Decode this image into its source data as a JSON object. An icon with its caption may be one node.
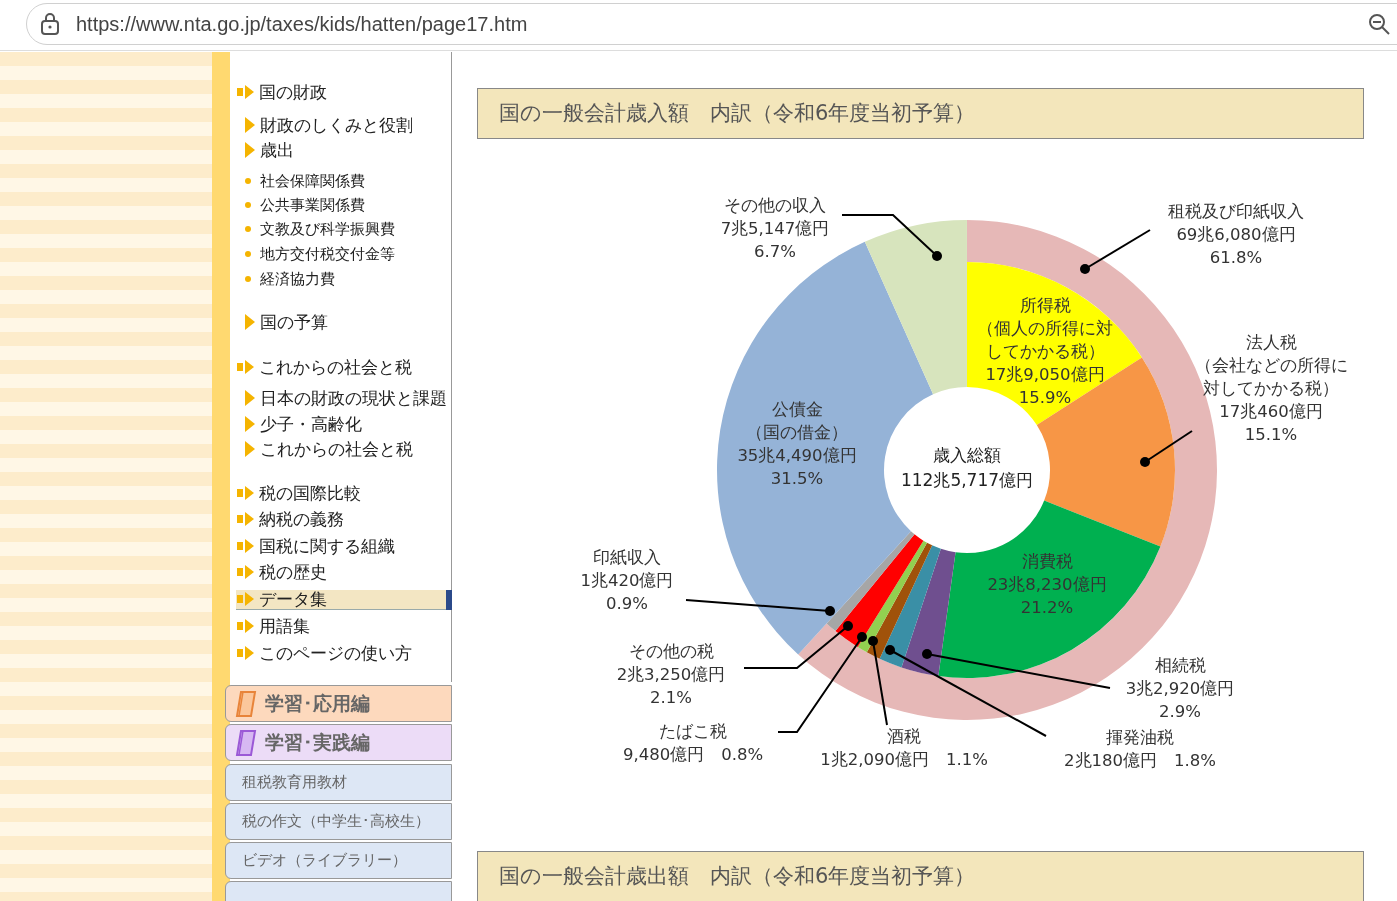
{
  "diagram": {
    "title": "国の一般会計歳入額　内訳（令和6年度当初予算）",
    "nodes": [
      {
        "text": [
          "その他の収入",
          "7兆5,147億円",
          "6.7%"
        ]
      },
      {
        "text": [
          "租税及び印紙収入",
          "69兆6,080億円",
          "61.8%"
        ]
      },
      {
        "text": [
          "法人税",
          "（会社などの所得に対してかかる税）",
          "17兆460億円",
          "15.1%"
        ]
      },
      {
        "text": [
          "印紙収入",
          "1兆420億円",
          "0.9%"
        ]
      },
      {
        "text": [
          "その他の税",
          "2兆3,250億円",
          "2.1%"
        ]
      },
      {
        "text": [
          "たばこ税",
          "9,480億円　0.8%"
        ]
      },
      {
        "text": [
          "酒税",
          "1兆2,090億円　1.1%"
        ]
      },
      {
        "text": [
          "相続税",
          "3兆2,920億円",
          "2.9%"
        ]
      },
      {
        "text": [
          "揮発油税",
          "2兆180億円　1.8%"
        ]
      },
      {
        "text": [],
        "shape": "wedge"
      },
      {
        "text": [
          "所得税",
          "（個人の所得に対してかかる税）",
          "17兆9,050億円",
          "15.9%"
        ]
      },
      {
        "text": [],
        "shape": "wedge"
      },
      {
        "text": [
          "消費税",
          "23兆8,230億円",
          "21.2%"
        ]
      },
      {
        "text": [],
        "shape": "wedge"
      },
      {
        "text": [],
        "shape": "wedge"
      },
      {
        "text": [],
        "shape": "wedge"
      },
      {
        "text": [],
        "shape": "wedge"
      },
      {
        "text": [],
        "shape": "wedge"
      },
      {
        "text": [],
        "shape": "wedge"
      },
      {
        "text": [
          "公債金",
          "（国の借金）",
          "35兆4,490億円",
          "31.5%"
        ]
      },
      {
        "text": [],
        "shape": "wedge"
      }
    ],
    "edges": [
      {
        "from": 0,
        "to": 20,
        "arrow": "other"
      },
      {
        "from": 1,
        "to": 9,
        "arrow": "other"
      },
      {
        "from": 2,
        "to": 11,
        "arrow": "other"
      },
      {
        "from": 3,
        "to": 18,
        "arrow": "other"
      },
      {
        "from": 4,
        "to": 17,
        "arrow": "other"
      },
      {
        "from": 5,
        "to": 16,
        "arrow": "other"
      },
      {
        "from": 6,
        "to": 15,
        "arrow": "other"
      },
      {
        "from": 7,
        "to": 13,
        "arrow": "other"
      },
      {
        "from": 8,
        "to": 14,
        "arrow": "other"
      }
    ],
    "labels": [
      "https://www.nta.go.jp/taxes/kids/hatten/page17.htm",
      "国の財政",
      "財政のしくみと役割",
      "歳出",
      "社会保障関係費",
      "公共事業関係費",
      "文教及び科学振興費",
      "地方交付税交付金等",
      "経済協力費",
      "国の予算",
      "これからの社会と税",
      "日本の財政の現状と課題",
      "少子・高齢化",
      "これからの社会と税",
      "税の国際比較",
      "納税の義務",
      "国税に関する組織",
      "税の歴史",
      "データ集",
      "用語集",
      "このページの使い方",
      "学習･応用編",
      "学習･実践編",
      "租税教育用教材",
      "税の作文（中学生･高校生）",
      "ビデオ（ライブラリー）",
      "歳入総額",
      "112兆5,717億円",
      "国の一般会計歳出額　内訳（令和6年度当初予算）"
    ]
  }
}
